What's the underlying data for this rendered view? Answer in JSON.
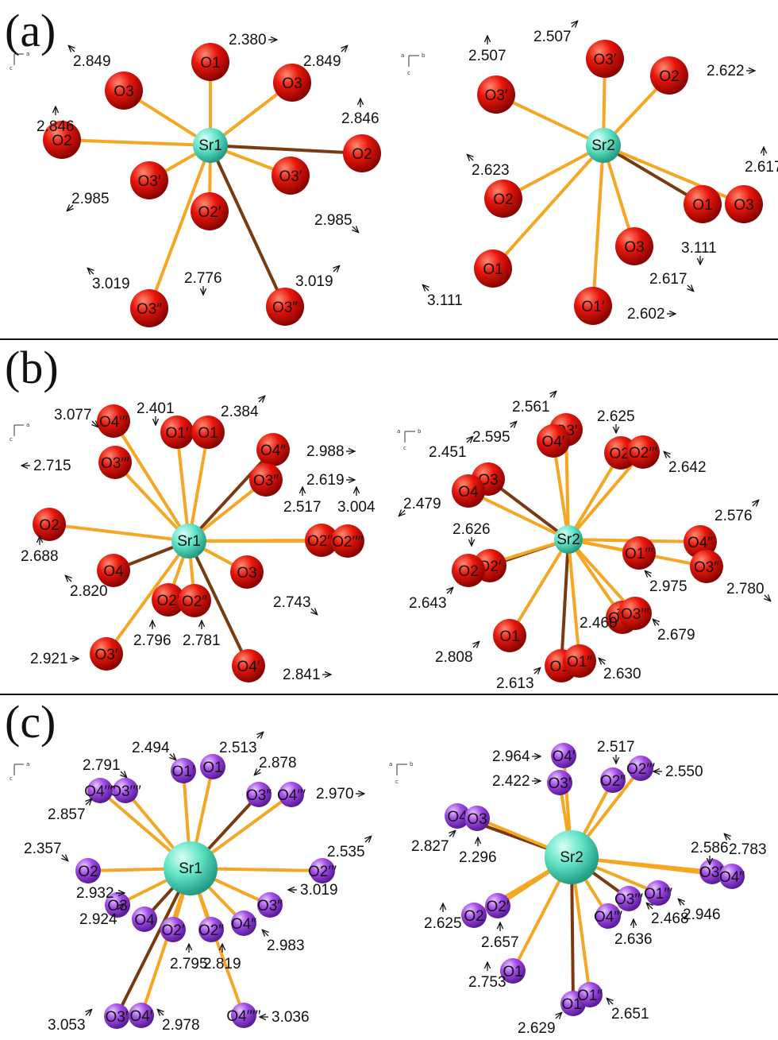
{
  "panels": [
    {
      "label": "(a)",
      "structures": [
        {
          "center": "Sr1",
          "atoms": [
            {
              "label": "O1",
              "dist": "2.380"
            },
            {
              "label": "O3",
              "dist": "2.849"
            },
            {
              "label": "O3",
              "dist": "2.849"
            },
            {
              "label": "O2",
              "dist": "2.846"
            },
            {
              "label": "O2",
              "dist": "2.846"
            },
            {
              "label": "O3′",
              "dist": "2.985"
            },
            {
              "label": "O3′",
              "dist": "2.985"
            },
            {
              "label": "O2′",
              "dist": "2.776"
            },
            {
              "label": "O3″",
              "dist": "3.019"
            },
            {
              "label": "O3″",
              "dist": "3.019"
            }
          ]
        },
        {
          "center": "Sr2",
          "atoms": [
            {
              "label": "O3′",
              "dist": "2.507"
            },
            {
              "label": "O3′",
              "dist": "2.507"
            },
            {
              "label": "O2",
              "dist": "2.622"
            },
            {
              "label": "O2",
              "dist": "2.623"
            },
            {
              "label": "O1",
              "dist": "3.111"
            },
            {
              "label": "O3",
              "dist": "2.617"
            },
            {
              "label": "O3",
              "dist": "2.617"
            },
            {
              "label": "O1",
              "dist": "3.111"
            },
            {
              "label": "O1′",
              "dist": "2.602"
            }
          ]
        }
      ]
    },
    {
      "label": "(b)",
      "structures": [
        {
          "center": "Sr1",
          "atoms": [
            {
              "label": "O4′′′",
              "dist": "3.077"
            },
            {
              "label": "O3′′′",
              "dist": "2.715"
            },
            {
              "label": "O1′",
              "dist": "2.401"
            },
            {
              "label": "O1",
              "dist": "2.384"
            },
            {
              "label": "O4″",
              "dist": "2.988"
            },
            {
              "label": "O3″",
              "dist": "2.619"
            },
            {
              "label": "O2′′′",
              "dist": "2.517"
            },
            {
              "label": "O2′′′′",
              "dist": "3.004"
            },
            {
              "label": "O2",
              "dist": "2.688"
            },
            {
              "label": "O4",
              "dist": "2.820"
            },
            {
              "label": "O3",
              "dist": "2.743"
            },
            {
              "label": "O2′",
              "dist": "2.796"
            },
            {
              "label": "O2″",
              "dist": "2.781"
            },
            {
              "label": "O3′",
              "dist": "2.921"
            },
            {
              "label": "O4′",
              "dist": "2.841"
            }
          ]
        },
        {
          "center": "Sr2",
          "atoms": [
            {
              "label": "O3′",
              "dist": "2.561"
            },
            {
              "label": "O4′",
              "dist": "2.595"
            },
            {
              "label": "O2′",
              "dist": "2.625"
            },
            {
              "label": "O2′′′",
              "dist": "2.642"
            },
            {
              "label": "O3",
              "dist": "2.451"
            },
            {
              "label": "O4",
              "dist": "2.479"
            },
            {
              "label": "O4″",
              "dist": "2.576"
            },
            {
              "label": "O3″",
              "dist": "2.780"
            },
            {
              "label": "O1′′′",
              "dist": "2.975"
            },
            {
              "label": "O2′",
              "dist": "2.626"
            },
            {
              "label": "O2",
              "dist": "2.643"
            },
            {
              "label": "O4′′′",
              "dist": "2.460"
            },
            {
              "label": "O3′′′",
              "dist": "2.679"
            },
            {
              "label": "O1",
              "dist": "2.808"
            },
            {
              "label": "O1′",
              "dist": "2.613"
            },
            {
              "label": "O1″",
              "dist": "2.630"
            }
          ]
        }
      ]
    },
    {
      "label": "(c)",
      "structures": [
        {
          "center": "Sr1",
          "atoms": [
            {
              "label": "O1′",
              "dist": "2.494"
            },
            {
              "label": "O1",
              "dist": "2.513"
            },
            {
              "label": "O3′′′′",
              "dist": "2.791"
            },
            {
              "label": "O4′′′′",
              "dist": "2.857"
            },
            {
              "label": "O3″",
              "dist": "2.878"
            },
            {
              "label": "O4′′′",
              "dist": "2.970"
            },
            {
              "label": "O2",
              "dist": "2.357"
            },
            {
              "label": "O2′′′",
              "dist": "2.535"
            },
            {
              "label": "O3",
              "dist": "2.932"
            },
            {
              "label": "O4",
              "dist": "2.924"
            },
            {
              "label": "O3″",
              "dist": "3.019"
            },
            {
              "label": "O4″",
              "dist": "2.983"
            },
            {
              "label": "O2′",
              "dist": "2.795"
            },
            {
              "label": "O2″",
              "dist": "2.819"
            },
            {
              "label": "O3′",
              "dist": "3.053"
            },
            {
              "label": "O4′",
              "dist": "2.978"
            },
            {
              "label": "O4′′′′′",
              "dist": "3.036"
            }
          ]
        },
        {
          "center": "Sr2",
          "atoms": [
            {
              "label": "O4′",
              "dist": "2.964"
            },
            {
              "label": "O3′",
              "dist": "2.422"
            },
            {
              "label": "O2″",
              "dist": "2.517"
            },
            {
              "label": "O2′′′",
              "dist": "2.550"
            },
            {
              "label": "O4",
              "dist": "2.827"
            },
            {
              "label": "O3",
              "dist": "2.296"
            },
            {
              "label": "O3″",
              "dist": "2.586"
            },
            {
              "label": "O4″",
              "dist": "2.783"
            },
            {
              "label": "O1′′′",
              "dist": "2.946"
            },
            {
              "label": "O3′′′",
              "dist": "2.468"
            },
            {
              "label": "O4′′′",
              "dist": "2.636"
            },
            {
              "label": "O2",
              "dist": "2.625"
            },
            {
              "label": "O2′",
              "dist": "2.657"
            },
            {
              "label": "O1",
              "dist": "2.753"
            },
            {
              "label": "O1′",
              "dist": "2.629"
            },
            {
              "label": "O1″",
              "dist": "2.651"
            }
          ]
        }
      ]
    }
  ],
  "axis_labels": [
    "a",
    "b",
    "c"
  ],
  "colors": {
    "oxygen_a_b": "#e0140c",
    "oxygen_c": "#a24ce8",
    "strontium": "#5fe3c6",
    "bond_light": "#f5a623",
    "bond_dark": "#7a3a10",
    "separator": "#111111"
  }
}
